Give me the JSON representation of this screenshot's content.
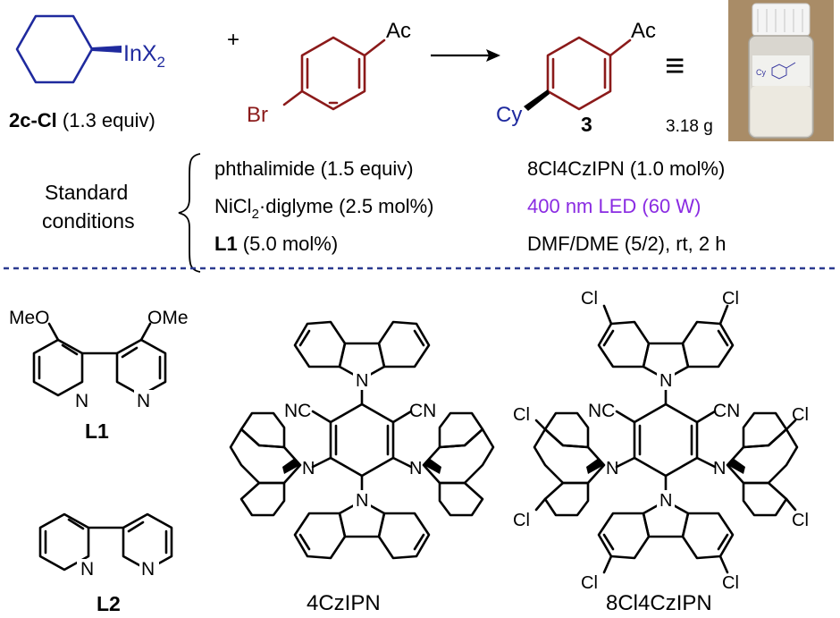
{
  "colors": {
    "blue": "#1f2a9e",
    "red": "#8b1a1a",
    "purple": "#8a2be2",
    "divider": "#2b3a8f"
  },
  "reaction": {
    "reagent1": {
      "main": "InX",
      "sub": "2"
    },
    "plus": "+",
    "reagent1_label": {
      "bold": "2c-Cl",
      "rest": " (1.3 equiv)"
    },
    "reagent2": {
      "br": "Br",
      "ac": "Ac"
    },
    "product": {
      "ac": "Ac",
      "cy": "Cy",
      "label": "3"
    },
    "equiv_symbol": "≡",
    "mass": "3.18 g",
    "vial_label": "Cy"
  },
  "conditions": {
    "title_line1": "Standard",
    "title_line2": "conditions",
    "left": {
      "line1": "phthalimide (1.5 equiv)",
      "line2_main": "NiCl",
      "line2_sub": "2",
      "line2_rest": "·diglyme (2.5 mol%)",
      "line3_bold": "L1",
      "line3_rest": " (5.0 mol%)"
    },
    "right": {
      "line1": "8Cl4CzIPN (1.0 mol%)",
      "line2": "400 nm LED (60 W)",
      "line3": "DMF/DME (5/2), rt, 2 h"
    }
  },
  "structures": {
    "l1": {
      "ome_left": "MeO",
      "ome_right": "OMe",
      "n1": "N",
      "n2": "N",
      "label": "L1"
    },
    "l2": {
      "n1": "N",
      "n2": "N",
      "label": "L2"
    },
    "czipn": {
      "cn_left": "NC",
      "cn_right": "CN",
      "n": "N",
      "label": "4CzIPN"
    },
    "clczipn": {
      "cn_left": "NC",
      "cn_right": "CN",
      "n": "N",
      "cl": "Cl",
      "label": "8Cl4CzIPN"
    }
  }
}
